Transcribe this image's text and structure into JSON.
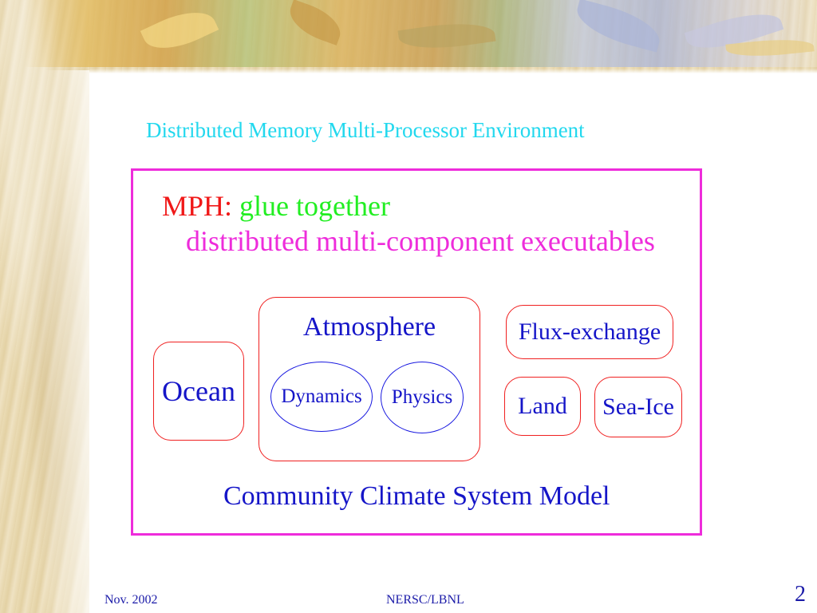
{
  "slide": {
    "title": "Distributed Memory Multi-Processor Environment",
    "mph_label": "MPH:",
    "mph_text": " glue together",
    "mph_subtext": "distributed multi-component executables",
    "caption": "Community Climate System Model",
    "components": {
      "ocean": "Ocean",
      "atmosphere": "Atmosphere",
      "dynamics": "Dynamics",
      "physics": "Physics",
      "flux_exchange": "Flux-exchange",
      "land": "Land",
      "sea_ice": "Sea-Ice"
    }
  },
  "footer": {
    "date": "Nov. 2002",
    "org": "NERSC/LBNL",
    "page_number": "2"
  },
  "colors": {
    "title": "#22d8ee",
    "frame": "#ee2cdb",
    "mph_label": "#f01818",
    "glue": "#22ee22",
    "component_text": "#1515c8",
    "box_border": "#f02020",
    "ellipse_border": "#1a1ae0"
  }
}
